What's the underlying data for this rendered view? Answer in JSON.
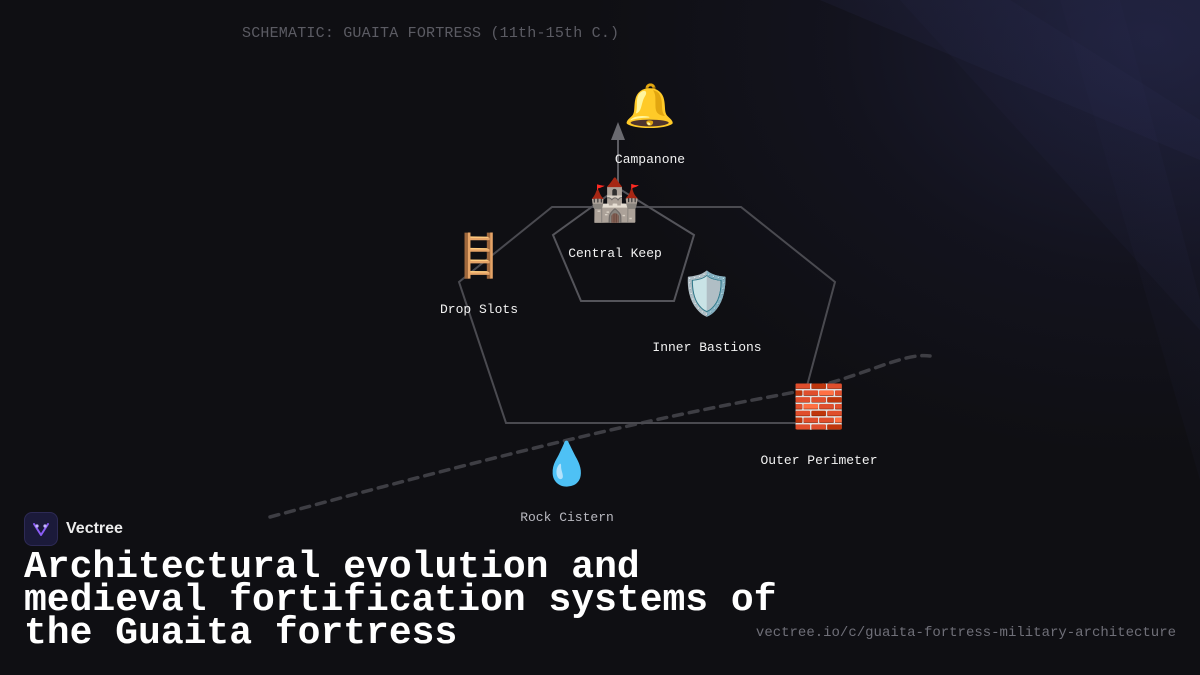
{
  "schematic_title": "SCHEMATIC: GUAITA FORTRESS (11th-15th C.)",
  "nodes": {
    "campanone": {
      "label": "Campanone",
      "icon": "bell-icon",
      "glyph": "🔔"
    },
    "central_keep": {
      "label": "Central Keep",
      "icon": "castle-icon",
      "glyph": "🏰"
    },
    "drop_slots": {
      "label": "Drop Slots",
      "icon": "ladder-icon",
      "glyph": "🪜"
    },
    "inner_bastions": {
      "label": "Inner Bastions",
      "icon": "shield-icon",
      "glyph": "🛡️"
    },
    "outer_perimeter": {
      "label": "Outer Perimeter",
      "icon": "brick-wall-icon",
      "glyph": "🧱"
    },
    "rock_cistern": {
      "label": "Rock Cistern",
      "icon": "water-drop-icon",
      "glyph": "💧"
    }
  },
  "brand": {
    "name": "Vectree",
    "logo": "vectree-logo-icon",
    "accent": "#8b5cf6"
  },
  "headline": "Architectural evolution and medieval fortification systems of the Guaita fortress",
  "source_url": "vectree.io/c/guaita-fortress-military-architecture",
  "colors": {
    "background": "#0f0f13",
    "outline": "#4a4a50",
    "path": "#3e3e44",
    "text": "#f2f2f2"
  }
}
